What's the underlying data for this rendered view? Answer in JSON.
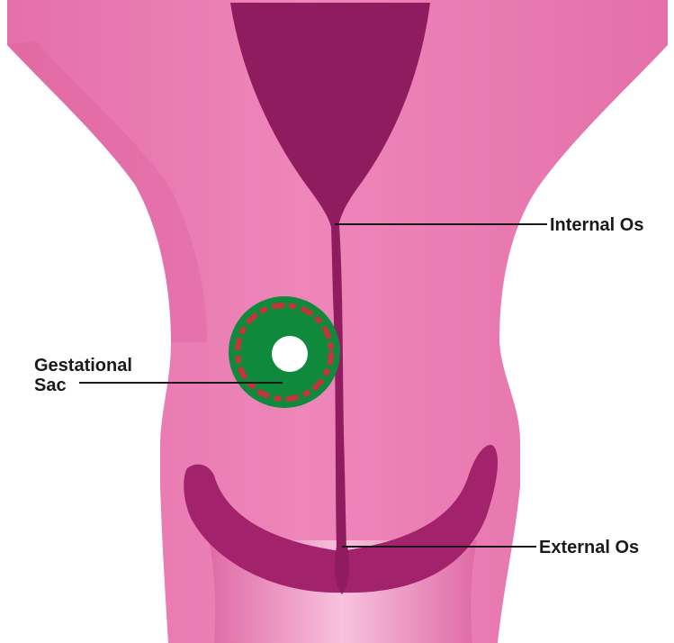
{
  "labels": {
    "internal_os": "Internal Os",
    "gestational_sac_line1": "Gestational",
    "gestational_sac_line2": "Sac",
    "external_os": "External Os"
  },
  "colors": {
    "tissue": "#e874ac",
    "tissue_shade": "#d85f9c",
    "tissue_highlight": "#f19cc8",
    "cavity": "#8e1c5e",
    "fornix": "#a3226c",
    "sac_green": "#0f8a3c",
    "sac_red": "#c4343a",
    "leader_line": "#1a1a1a"
  }
}
